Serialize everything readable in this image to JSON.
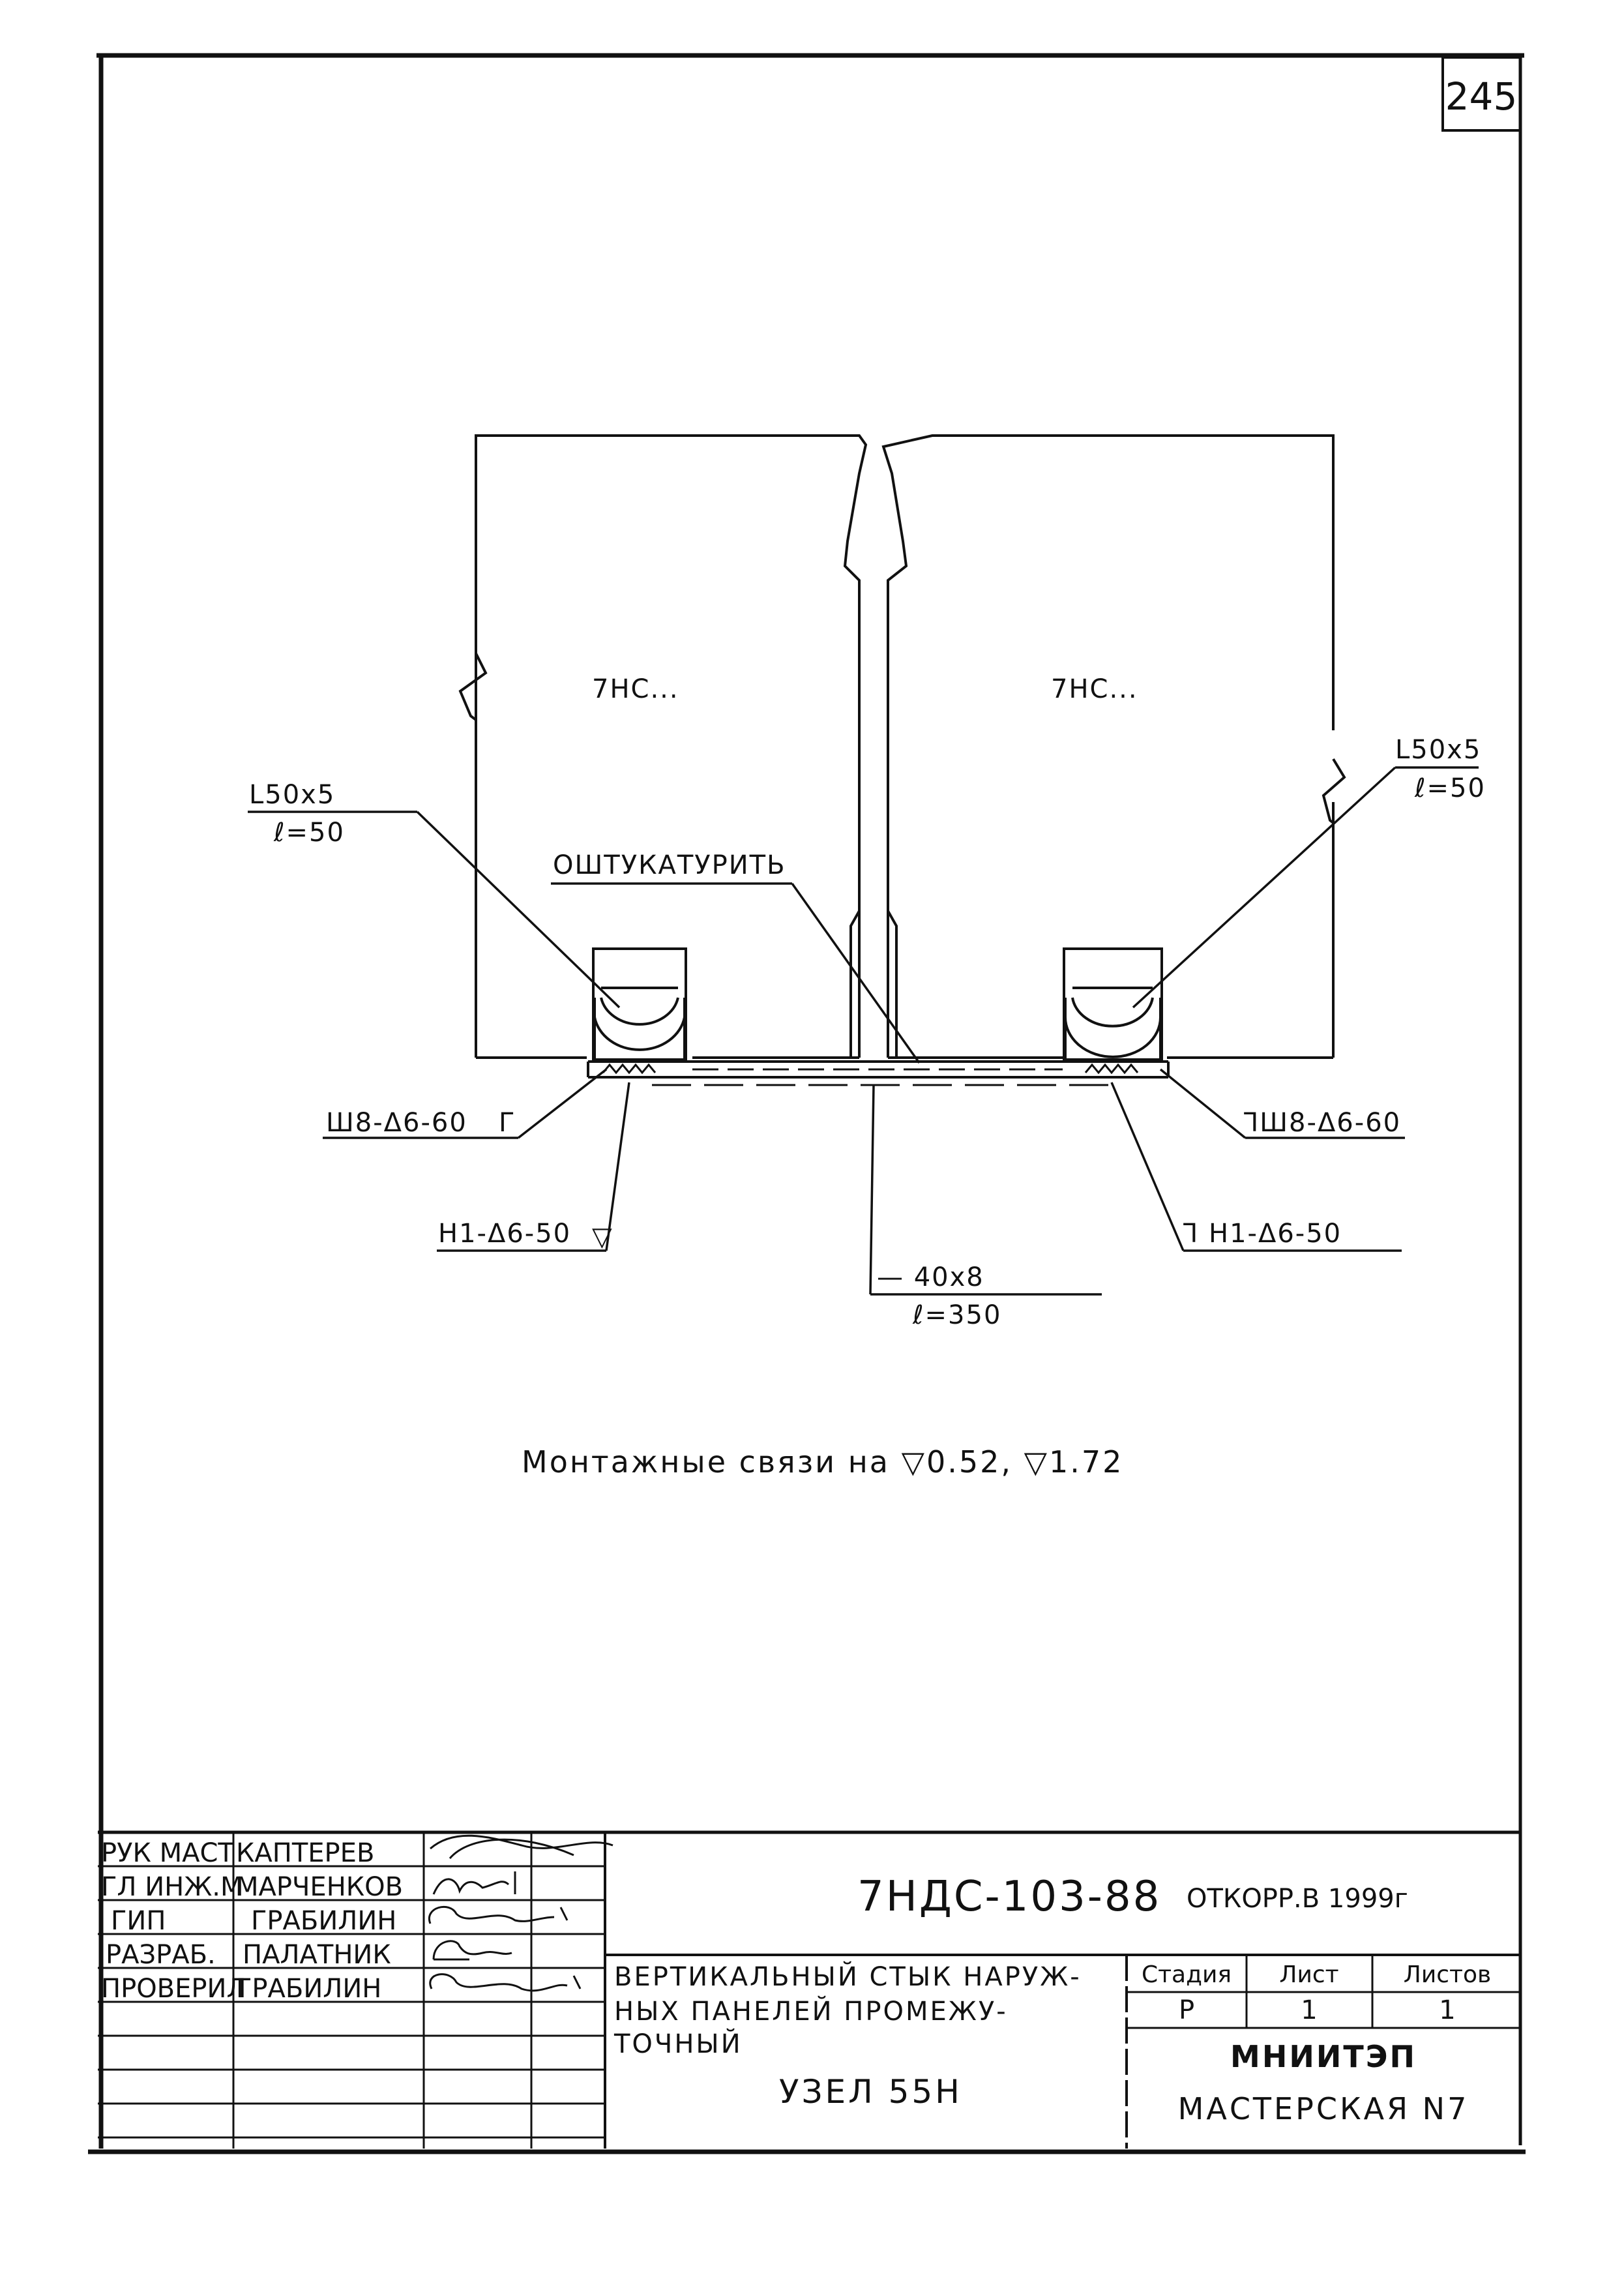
{
  "sheet_number": "245",
  "drawing": {
    "panel_left_label": "7НС...",
    "panel_right_label": "7НС...",
    "angle_left": {
      "line1": "L50x5",
      "line2": "ℓ=50"
    },
    "angle_right": {
      "line1": "L50x5",
      "line2": "ℓ=50"
    },
    "plaster_note": "ОШТУКАТУРИТЬ",
    "weld_left": "Ш8-Δ6-60",
    "weld_left_mark": "Г",
    "weld_right": "ꓶШ8-Δ6-60",
    "weld_h_left": "Н1-Δ6-50",
    "weld_h_left_mark": "▽",
    "weld_h_right": "ꓶ Н1-Δ6-50",
    "plate": {
      "line1": "— 40x8",
      "line2": "ℓ=350"
    },
    "caption": "Монтажные связи на ▽0.52, ▽1.72"
  },
  "title_block": {
    "rows": [
      {
        "role": "РУК МАСТ",
        "name": "КАПТЕРЕВ"
      },
      {
        "role": "ГЛ ИНЖ.М",
        "name": "МАРЧЕНКОВ"
      },
      {
        "role": "ГИП",
        "name": "ГРАБИЛИН"
      },
      {
        "role": "РАЗРАБ.",
        "name": "ПАЛАТНИК"
      },
      {
        "role": "ПРОВЕРИЛ",
        "name": "ГРАБИЛИН"
      }
    ],
    "doc_code": "7НДС-103-88",
    "doc_note": "ОТКОРР.В 1999г",
    "title_line1": "ВЕРТИКАЛЬНЫЙ СТЫК НАРУЖ-",
    "title_line2": "НЫХ ПАНЕЛЕЙ ПРОМЕЖУ-",
    "title_line3": "ТОЧНЫЙ",
    "node": "УЗЕЛ 55Н",
    "stage_header": "Стадия",
    "sheet_header": "Лист",
    "sheets_header": "Листов",
    "stage_value": "Р",
    "sheet_value": "1",
    "sheets_value": "1",
    "org": "МНИИТЭП",
    "workshop": "МАСТЕРСКАЯ N7"
  }
}
